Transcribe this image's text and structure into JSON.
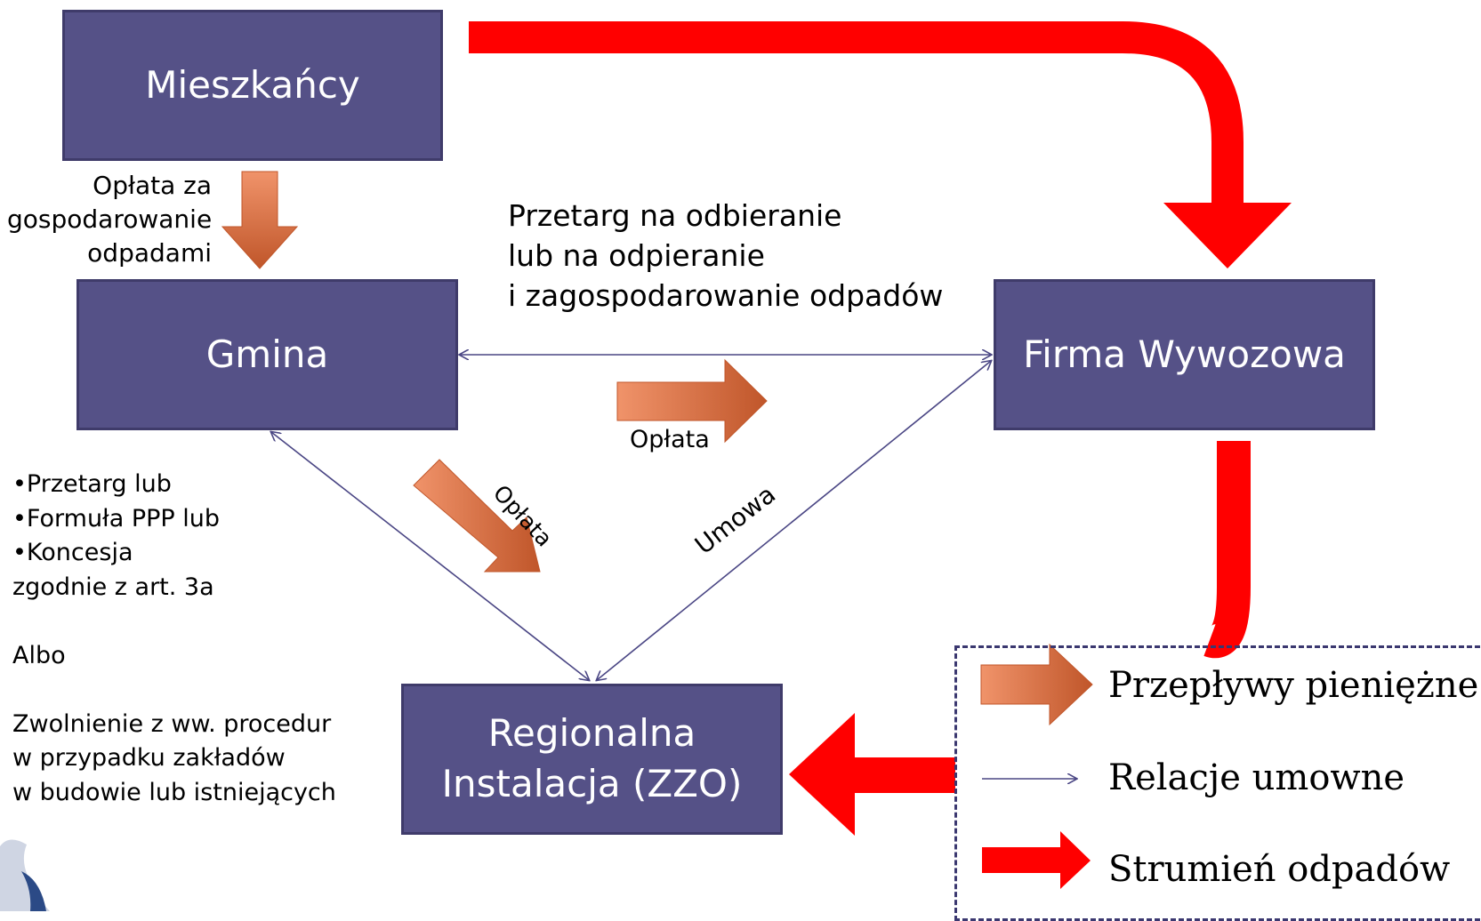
{
  "colors": {
    "box_fill": "#555187",
    "box_text": "#ffffff",
    "waste_flow": "#ff0000",
    "money_flow_start": "#f0936a",
    "money_flow_end": "#c0562a",
    "contract_line": "#4a4684"
  },
  "nodes": {
    "mieszkancy": "Mieszkańcy",
    "gmina": "Gmina",
    "firma": "Firma Wywozowa",
    "ri_line1": "Regionalna",
    "ri_line2": "Instalacja (ZZO)"
  },
  "labels": {
    "oplata_gosp_1": "Opłata za",
    "oplata_gosp_2": "gospodarowanie",
    "oplata_gosp_3": "odpadami",
    "przetarg_1": "Przetarg na odbieranie",
    "przetarg_2": "lub na odpieranie",
    "przetarg_3": "i zagospodarowanie odpadów",
    "oplata_mid": "Opłata",
    "oplata_diag": "Opłata",
    "umowa": "Umowa"
  },
  "notes": {
    "line1": "•Przetarg lub",
    "line2": "•Formuła PPP lub",
    "line3": "•Koncesja",
    "line4": "zgodnie z art. 3a",
    "line5": "Albo",
    "line6": "Zwolnienie z ww. procedur",
    "line7": "w przypadku zakładów",
    "line8": "w budowie lub istniejących"
  },
  "legend": {
    "money": "Przepływy pieniężne",
    "contract": "Relacje umowne",
    "waste": "Strumień odpadów"
  }
}
